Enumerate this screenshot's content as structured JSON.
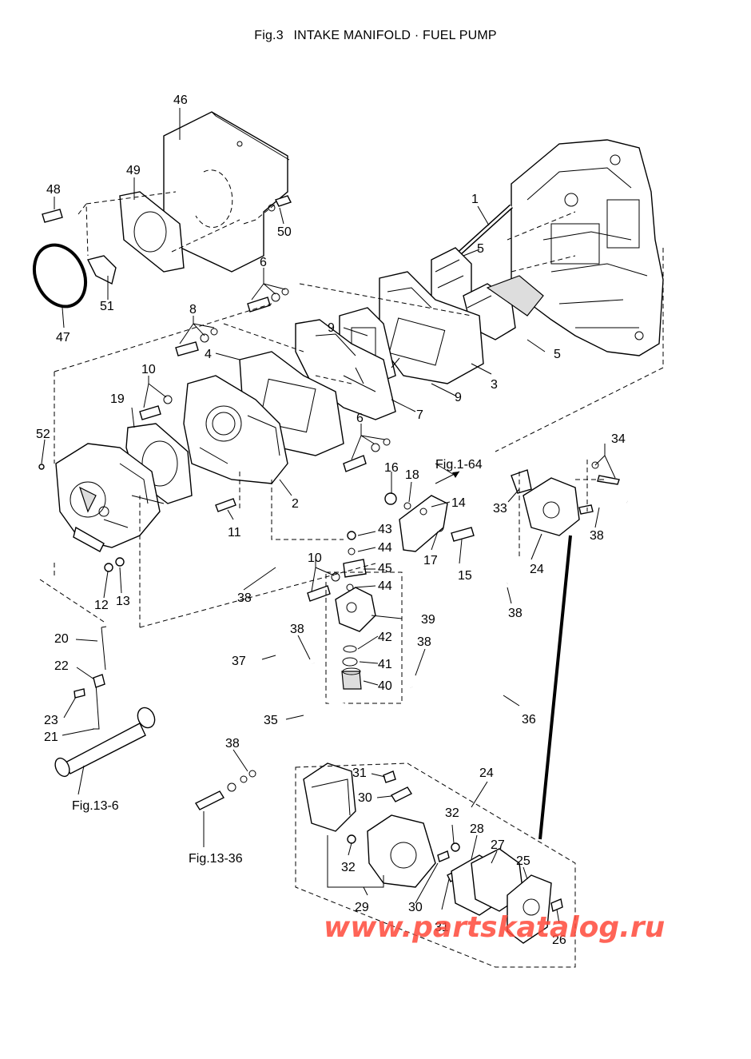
{
  "title": {
    "fig": "Fig.3",
    "name": "INTAKE MANIFOLD · FUEL PUMP"
  },
  "callouts": {
    "c1": "1",
    "c2": "2",
    "c3": "3",
    "c4": "4",
    "c5a": "5",
    "c5b": "5",
    "c6a": "6",
    "c6b": "6",
    "c7": "7",
    "c8": "8",
    "c9a": "9",
    "c9b": "9",
    "c10a": "10",
    "c10b": "10",
    "c11": "11",
    "c12": "12",
    "c13": "13",
    "c14": "14",
    "c15": "15",
    "c16": "16",
    "c17": "17",
    "c18": "18",
    "c19": "19",
    "c20": "20",
    "c21": "21",
    "c22": "22",
    "c23": "23",
    "c24a": "24",
    "c24b": "24",
    "c25": "25",
    "c26": "26",
    "c27": "27",
    "c28": "28",
    "c29": "29",
    "c30a": "30",
    "c30b": "30",
    "c31a": "31",
    "c31b": "31",
    "c32a": "32",
    "c32b": "32",
    "c33": "33",
    "c34": "34",
    "c35": "35",
    "c36": "36",
    "c37": "37",
    "c38a": "38",
    "c38b": "38",
    "c38c": "38",
    "c38d": "38",
    "c38e": "38",
    "c38f": "38",
    "c39": "39",
    "c40": "40",
    "c41": "41",
    "c42": "42",
    "c43": "43",
    "c44a": "44",
    "c44b": "44",
    "c45": "45",
    "c46": "46",
    "c47": "47",
    "c48": "48",
    "c49": "49",
    "c50": "50",
    "c51": "51",
    "c52": "52"
  },
  "refs": {
    "fig1_64": "Fig.1-64",
    "fig13_6": "Fig.13-6",
    "fig13_36": "Fig.13-36"
  },
  "watermark": "www.partskatalog.ru"
}
